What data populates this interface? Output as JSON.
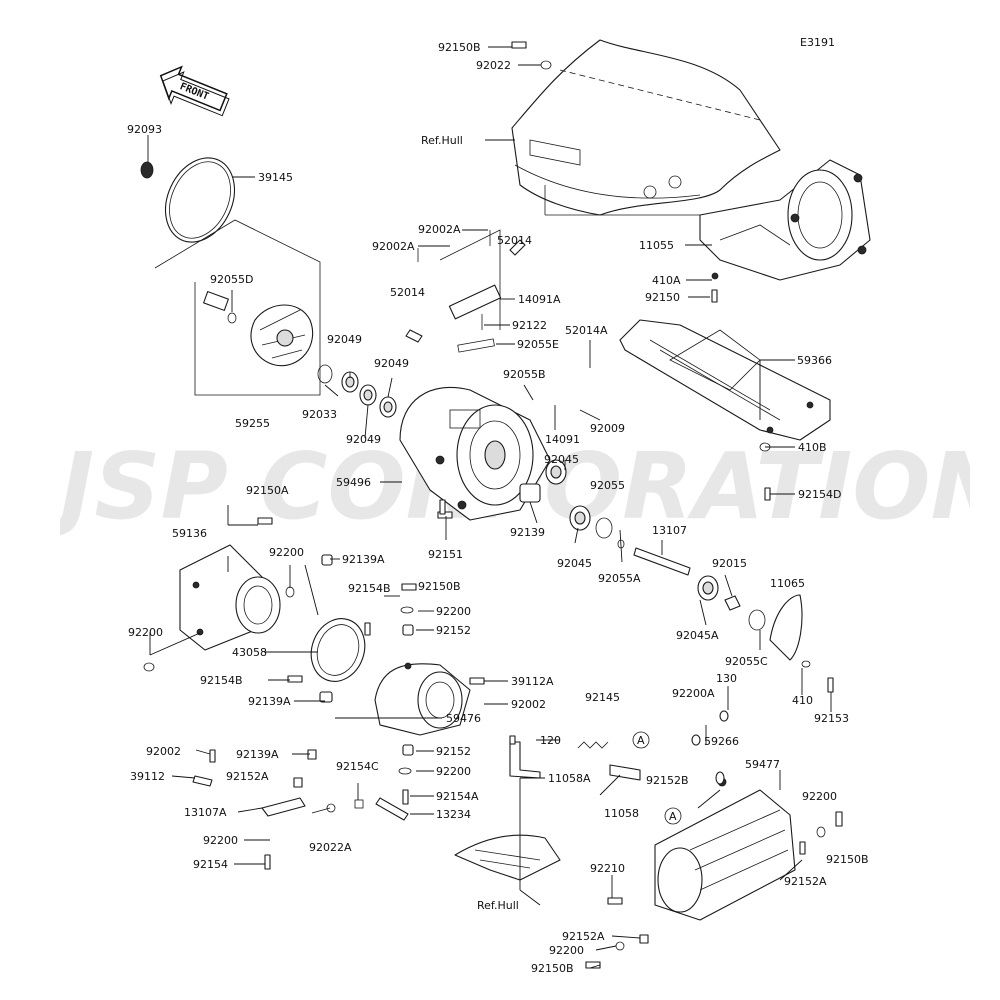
{
  "diagram_code": "E3191",
  "front_label": "FRONT",
  "watermark_text": "JSP CORPORATION",
  "labels": [
    {
      "id": "92150B_top",
      "text": "92150B"
    },
    {
      "id": "92022_top",
      "text": "92022"
    },
    {
      "id": "refhull_top",
      "text": "Ref.Hull"
    },
    {
      "id": "92093",
      "text": "92093"
    },
    {
      "id": "39145",
      "text": "39145"
    },
    {
      "id": "92055D",
      "text": "92055D"
    },
    {
      "id": "59255",
      "text": "59255"
    },
    {
      "id": "92002A_a",
      "text": "92002A"
    },
    {
      "id": "52014_a",
      "text": "52014"
    },
    {
      "id": "92002A_b",
      "text": "92002A"
    },
    {
      "id": "52014_b",
      "text": "52014"
    },
    {
      "id": "14091A",
      "text": "14091A"
    },
    {
      "id": "92122",
      "text": "92122"
    },
    {
      "id": "92055E",
      "text": "92055E"
    },
    {
      "id": "11055",
      "text": "11055"
    },
    {
      "id": "410A",
      "text": "410A"
    },
    {
      "id": "92150_r",
      "text": "92150"
    },
    {
      "id": "52014A",
      "text": "52014A"
    },
    {
      "id": "59366",
      "text": "59366"
    },
    {
      "id": "92049_a",
      "text": "92049"
    },
    {
      "id": "92049_b",
      "text": "92049"
    },
    {
      "id": "92033",
      "text": "92033"
    },
    {
      "id": "92049_c",
      "text": "92049"
    },
    {
      "id": "92055B",
      "text": "92055B"
    },
    {
      "id": "14091",
      "text": "14091"
    },
    {
      "id": "92009",
      "text": "92009"
    },
    {
      "id": "92045_a",
      "text": "92045"
    },
    {
      "id": "59496",
      "text": "59496"
    },
    {
      "id": "92055",
      "text": "92055"
    },
    {
      "id": "410B",
      "text": "410B"
    },
    {
      "id": "92154D",
      "text": "92154D"
    },
    {
      "id": "92150A",
      "text": "92150A"
    },
    {
      "id": "92151",
      "text": "92151"
    },
    {
      "id": "92139",
      "text": "92139"
    },
    {
      "id": "13107",
      "text": "13107"
    },
    {
      "id": "92045_b",
      "text": "92045"
    },
    {
      "id": "92055A",
      "text": "92055A"
    },
    {
      "id": "59136",
      "text": "59136"
    },
    {
      "id": "92200_a",
      "text": "92200"
    },
    {
      "id": "92139A_a",
      "text": "92139A"
    },
    {
      "id": "92154B_a",
      "text": "92154B"
    },
    {
      "id": "92150B_m",
      "text": "92150B"
    },
    {
      "id": "92015",
      "text": "92015"
    },
    {
      "id": "11065",
      "text": "11065"
    },
    {
      "id": "92200_b",
      "text": "92200"
    },
    {
      "id": "92152_a",
      "text": "92152"
    },
    {
      "id": "92045A",
      "text": "92045A"
    },
    {
      "id": "92200_c",
      "text": "92200"
    },
    {
      "id": "43058",
      "text": "43058"
    },
    {
      "id": "92055C",
      "text": "92055C"
    },
    {
      "id": "39112A",
      "text": "39112A"
    },
    {
      "id": "92154B_b",
      "text": "92154B"
    },
    {
      "id": "410",
      "text": "410"
    },
    {
      "id": "92002_m",
      "text": "92002"
    },
    {
      "id": "92139A_b",
      "text": "92139A"
    },
    {
      "id": "92153",
      "text": "92153"
    },
    {
      "id": "59476",
      "text": "59476"
    },
    {
      "id": "92145",
      "text": "92145"
    },
    {
      "id": "92200A",
      "text": "92200A"
    },
    {
      "id": "130",
      "text": "130"
    },
    {
      "id": "120",
      "text": "120"
    },
    {
      "id": "92002_l",
      "text": "92002"
    },
    {
      "id": "92139A_c",
      "text": "92139A"
    },
    {
      "id": "92152_b",
      "text": "92152"
    },
    {
      "id": "59266",
      "text": "59266"
    },
    {
      "id": "39112",
      "text": "39112"
    },
    {
      "id": "92152A_a",
      "text": "92152A"
    },
    {
      "id": "92154C",
      "text": "92154C"
    },
    {
      "id": "92200_d",
      "text": "92200"
    },
    {
      "id": "11058A",
      "text": "11058A"
    },
    {
      "id": "92152B",
      "text": "92152B"
    },
    {
      "id": "59477",
      "text": "59477"
    },
    {
      "id": "92154A",
      "text": "92154A"
    },
    {
      "id": "13107A",
      "text": "13107A"
    },
    {
      "id": "11058",
      "text": "11058"
    },
    {
      "id": "92200_e",
      "text": "92200"
    },
    {
      "id": "13234",
      "text": "13234"
    },
    {
      "id": "92200_f",
      "text": "92200"
    },
    {
      "id": "92022A",
      "text": "92022A"
    },
    {
      "id": "92150B_r",
      "text": "92150B"
    },
    {
      "id": "92154",
      "text": "92154"
    },
    {
      "id": "92210",
      "text": "92210"
    },
    {
      "id": "92152A_b",
      "text": "92152A"
    },
    {
      "id": "refhull_bottom",
      "text": "Ref.Hull"
    },
    {
      "id": "92152A_c",
      "text": "92152A"
    },
    {
      "id": "92200_g",
      "text": "92200"
    },
    {
      "id": "92150B_bot",
      "text": "92150B"
    }
  ],
  "callouts": [
    "A",
    "A"
  ]
}
